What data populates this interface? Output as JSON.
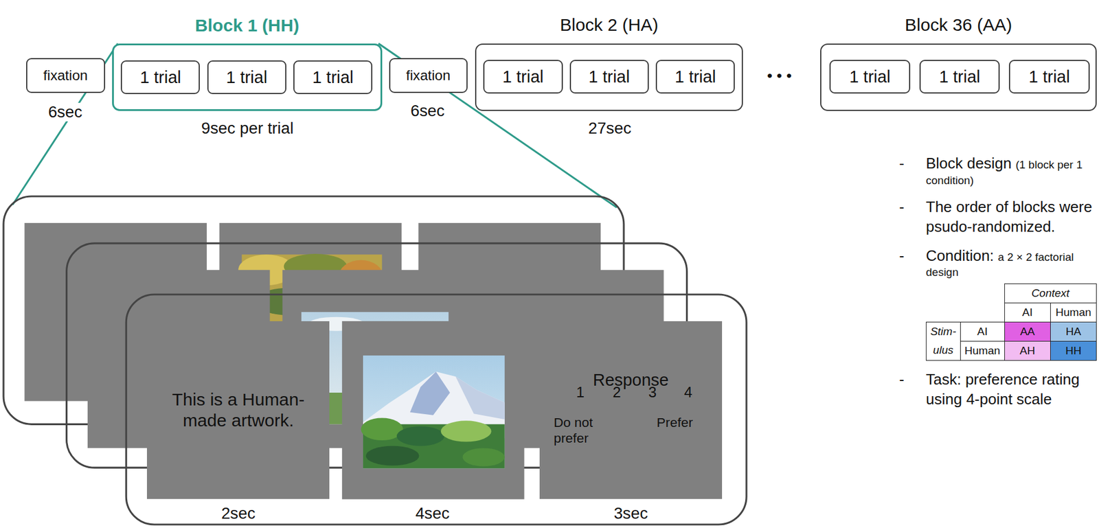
{
  "diagram": {
    "nodes": [
      {
        "text": [
          "fixation"
        ]
      },
      {
        "text": [
          "Block 1 (HH)"
        ]
      },
      {
        "text": [
          "1 trial"
        ],
        "in": 1
      },
      {
        "text": [
          "1 trial"
        ],
        "in": 1
      },
      {
        "text": [
          "1 trial"
        ],
        "in": 1
      },
      {
        "text": [
          "fixation"
        ]
      },
      {
        "text": [
          "Block 2 (HA)"
        ]
      },
      {
        "text": [
          "1 trial"
        ],
        "in": 6
      },
      {
        "text": [
          "1 trial"
        ],
        "in": 6
      },
      {
        "text": [
          "1 trial"
        ],
        "in": 6
      },
      {
        "text": [
          "Block 36 (AA)"
        ]
      },
      {
        "text": [
          "1 trial"
        ],
        "in": 10
      },
      {
        "text": [
          "1 trial"
        ],
        "in": 10
      },
      {
        "text": [
          "1 trial"
        ],
        "in": 10
      },
      {
        "text": [
          "This is a Human-made artwork."
        ]
      },
      {
        "text": [
          "Response",
          "1",
          "2",
          "3",
          "4",
          "Do not prefer",
          "Prefer"
        ]
      }
    ],
    "labels": [
      "6sec",
      "9sec per trial",
      "6sec",
      "27sec",
      "• • •",
      "2sec",
      "4sec",
      "3sec",
      "-",
      "Block design",
      "(1 block per 1 condition)",
      "-",
      "The order of blocks were psudo-randomized.",
      "-",
      "Condition:",
      "a 2 × 2 factorial design",
      "Context",
      "AI",
      "Human",
      "Stim-",
      "AI",
      "AA",
      "HA",
      "ulus",
      "Human",
      "AH",
      "HH",
      "-",
      "Task: preference rating using 4-point scale"
    ]
  }
}
